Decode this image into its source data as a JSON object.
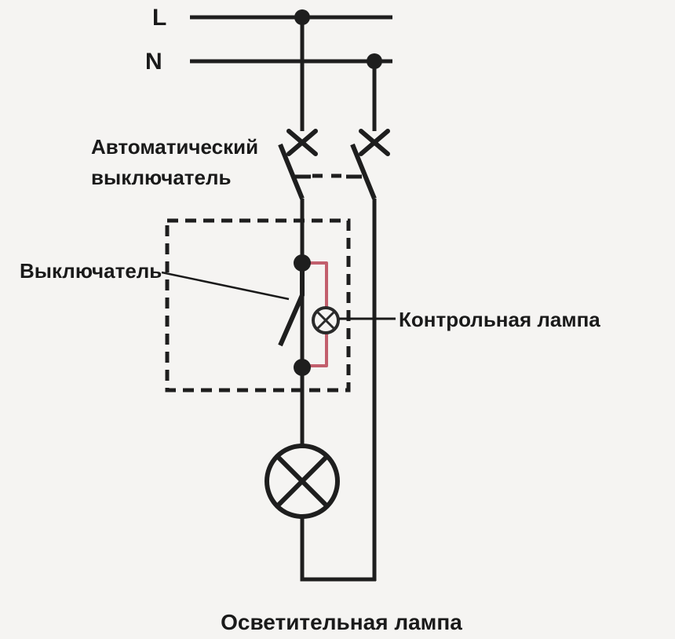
{
  "diagram": {
    "bus_labels": {
      "line": "L",
      "neutral": "N"
    },
    "labels": {
      "circuit_breaker": "Автоматический выключатель",
      "switch": "Выключатель",
      "control_lamp": "Контрольная лампа",
      "lighting_lamp": "Осветительная лампа"
    },
    "colors": {
      "background": "#f5f4f2",
      "wire_black": "#1e1e1e",
      "control_lamp_wire_red": "#c25f6d",
      "text": "#1a1a1a"
    },
    "icons": {
      "lighting_lamp_symbol": "circle-with-diagonal-cross",
      "control_lamp_symbol": "small-circle-with-diagonal-cross",
      "circuit_breaker_symbol": "two-pole-breaker-x-contacts-with-dashed-link",
      "switch_symbol": "single-pole-open-switch",
      "junction": "filled-dot"
    }
  }
}
